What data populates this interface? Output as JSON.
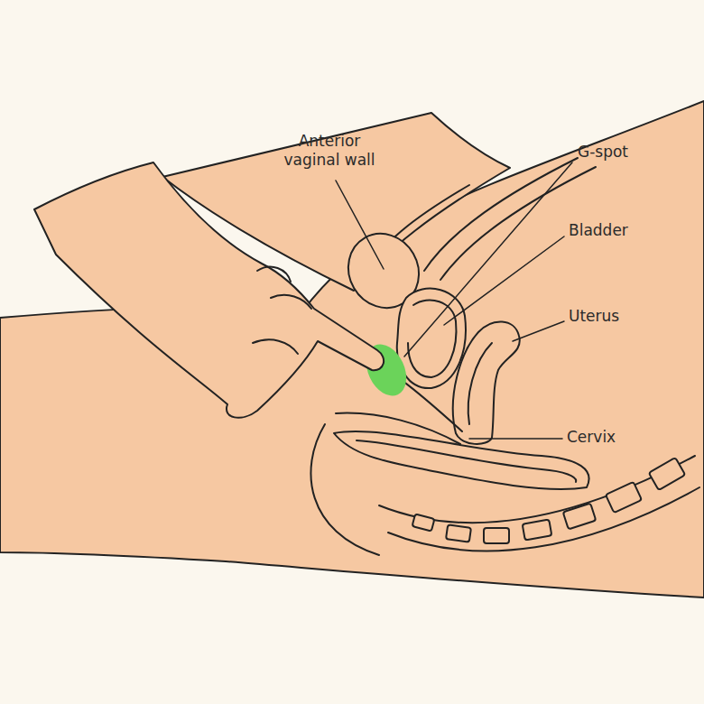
{
  "diagram": {
    "labels": [
      "Anterior vaginal wall",
      "G-spot",
      "Bladder",
      "Uterus",
      "Cervix"
    ]
  }
}
